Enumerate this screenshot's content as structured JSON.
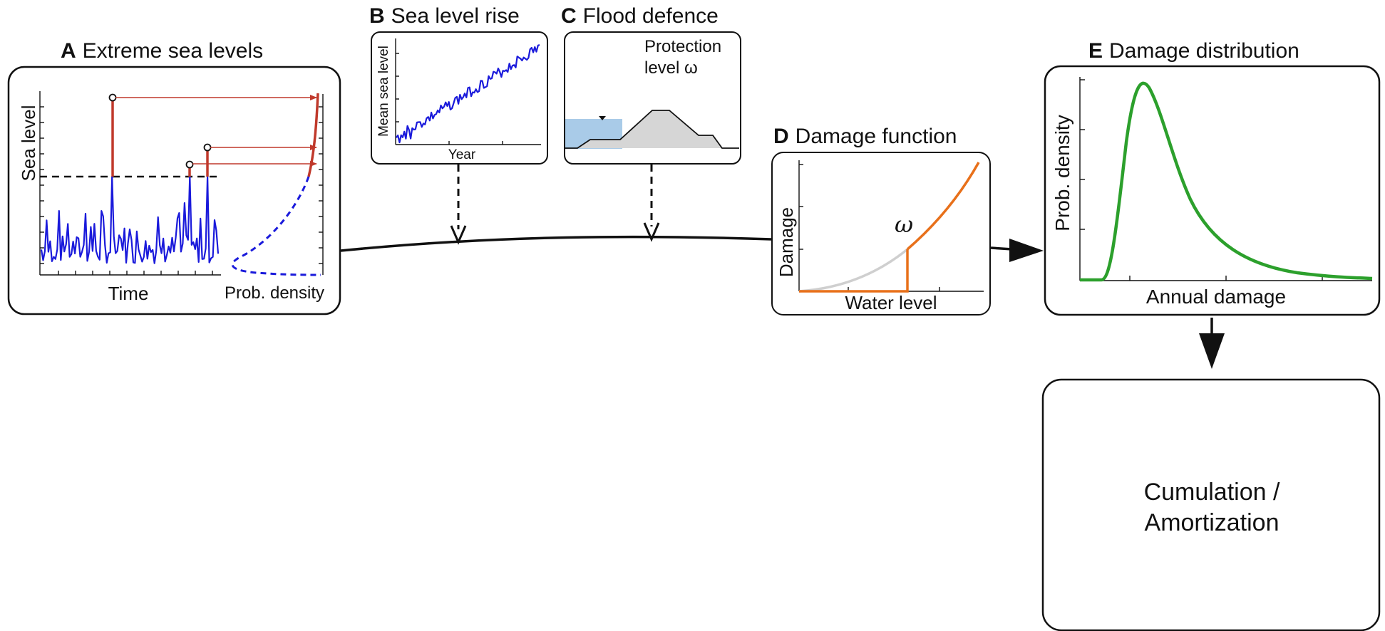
{
  "colors": {
    "sea_level_series": "#1a1adb",
    "extreme_marks": "#c0392b",
    "damage_orange": "#e8701a",
    "damage_grey": "#cfcfcf",
    "distribution_green": "#2ca02c",
    "water_fill": "#a9cbe8",
    "dike_fill": "#d6d6d6"
  },
  "panels": {
    "A": {
      "letter": "A",
      "title": "Extreme sea levels",
      "y_label": "Sea level",
      "x_label": "Time",
      "density_label": "Prob. density"
    },
    "B": {
      "letter": "B",
      "title": "Sea level rise",
      "y_label": "Mean sea level",
      "x_label": "Year"
    },
    "C": {
      "letter": "C",
      "title": "Flood defence",
      "label_line1": "Protection",
      "label_line2": "level ω"
    },
    "D": {
      "letter": "D",
      "title": "Damage function",
      "y_label": "Damage",
      "x_label": "Water level",
      "threshold_label": "ω"
    },
    "E": {
      "letter": "E",
      "title": "Damage distribution",
      "y_label": "Prob. density",
      "x_label": "Annual damage"
    },
    "F": {
      "line1": "Cumulation /",
      "line2": "Amortization"
    }
  }
}
